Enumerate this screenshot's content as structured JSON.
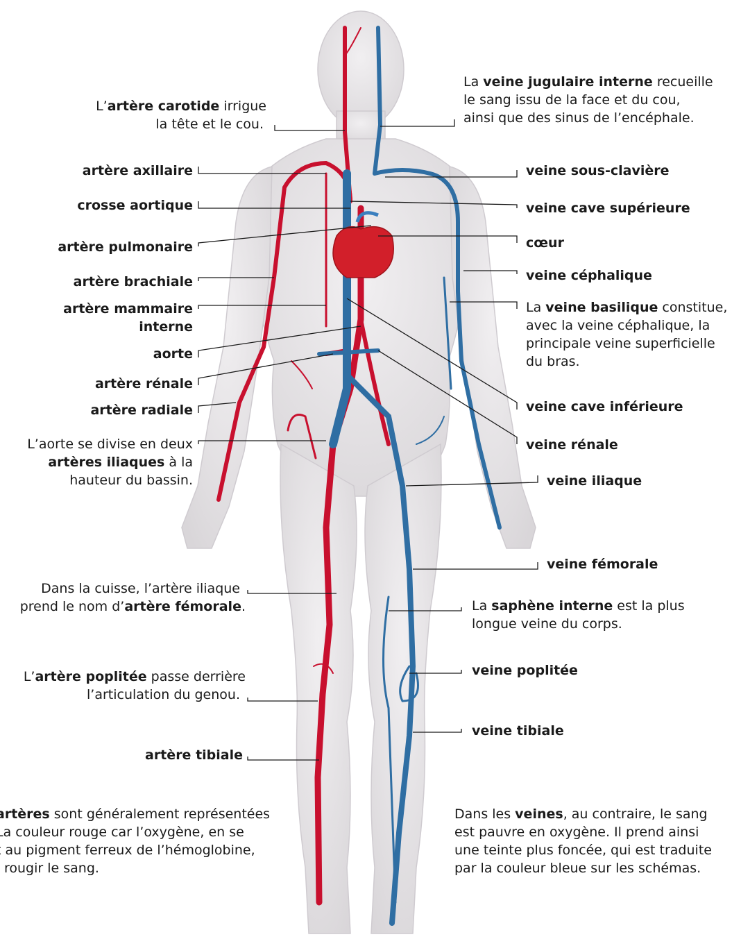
{
  "colors": {
    "artery": "#c8102e",
    "vein": "#2f6ea3",
    "body": "#e7e5e7",
    "body_shadow": "#d3d0d3",
    "leader": "#1a1a1a"
  },
  "labels_left": {
    "carotide": {
      "pre": "L’",
      "bold": "artère carotide",
      "post": " irrigue",
      "line2": "la tête et le cou."
    },
    "axillaire": {
      "bold": "artère axillaire"
    },
    "crosse": {
      "bold": "crosse aortique"
    },
    "pulmonaire": {
      "bold": "artère pulmonaire"
    },
    "brachiale": {
      "bold": "artère brachiale"
    },
    "mammaire": {
      "bold1": "artère mammaire",
      "bold2": "interne"
    },
    "aorte": {
      "bold": "aorte"
    },
    "renale": {
      "bold": "artère rénale"
    },
    "radiale": {
      "bold": "artère radiale"
    },
    "iliaques": {
      "line1": "L’aorte se divise en deux",
      "bold": "artères iliaques",
      "post": " à la",
      "line3": "hauteur du bassin."
    },
    "femorale": {
      "line1": "Dans la cuisse, l’artère iliaque",
      "pre": "prend le nom d’",
      "bold": "artère fémorale",
      "post": "."
    },
    "poplitee": {
      "pre": "L’",
      "bold": "artère poplitée",
      "post": " passe derrière",
      "line2": "l’articulation du genou."
    },
    "tibiale": {
      "bold": "artère tibiale"
    }
  },
  "labels_right": {
    "jugulaire": {
      "pre": "La ",
      "bold": "veine jugulaire interne",
      "post": " recueille",
      "line2": "le sang issu de la face et du cou,",
      "line3": "ainsi que des sinus de l’encéphale."
    },
    "sous_claviere": {
      "bold": "veine sous-clavière"
    },
    "cave_sup": {
      "bold": "veine cave supérieure"
    },
    "coeur": {
      "bold": "cœur"
    },
    "cephalique": {
      "bold": "veine céphalique"
    },
    "basilique": {
      "pre": "La ",
      "bold": "veine basilique",
      "post": " constitue,",
      "line2": "avec la veine céphalique, la",
      "line3": "principale veine superficielle",
      "line4": "du bras."
    },
    "cave_inf": {
      "bold": "veine cave inférieure"
    },
    "renale": {
      "bold": "veine rénale"
    },
    "iliaque": {
      "bold": "veine iliaque"
    },
    "femorale": {
      "bold": "veine fémorale"
    },
    "saphene": {
      "pre": "La ",
      "bold": "saphène interne",
      "post": " est la plus",
      "line2": "longue veine du corps."
    },
    "poplitee": {
      "bold": "veine poplitée"
    },
    "tibiale": {
      "bold": "veine tibiale"
    }
  },
  "notes": {
    "arteres": {
      "bold": "artères",
      "post": " sont généralement représentées",
      "line2": "La couleur rouge car l’oxygène, en se",
      "line3": "t au pigment ferreux de l’hémoglobine,",
      "line4": "rougir le sang."
    },
    "veines": {
      "pre": "Dans les ",
      "bold": "veines",
      "post": ", au contraire, le sang",
      "line2": "est pauvre en oxygène. Il prend ainsi",
      "line3": "une teinte plus foncée, qui est traduite",
      "line4": "par la couleur bleue sur les schémas."
    }
  }
}
